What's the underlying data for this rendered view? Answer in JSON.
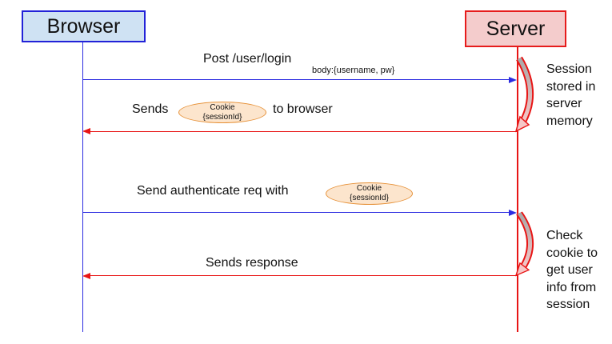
{
  "colors": {
    "browser_box_fill": "#cfe2f3",
    "browser_box_border": "#2222d8",
    "server_box_fill": "#f4cccc",
    "server_box_border": "#e61c1c",
    "cookie_fill": "#fce5cd",
    "cookie_border": "#e69138",
    "request_arrow_blue": "#2c2ce0",
    "response_arrow_red": "#e81515"
  },
  "actors": [
    {
      "label": "Browser"
    },
    {
      "label": "Server"
    }
  ],
  "messages": [
    {
      "label": "Post /user/login",
      "sublabel": "body:{username, pw}",
      "from": "Browser",
      "to": "Server"
    },
    {
      "prefix": "Sends",
      "cookie": {
        "line1": "Cookie",
        "line2": "{sessionId}"
      },
      "suffix": "to browser",
      "from": "Server",
      "to": "Browser"
    },
    {
      "prefix": "Send authenticate req with",
      "cookie": {
        "line1": "Cookie",
        "line2": "{sessionId}"
      },
      "from": "Browser",
      "to": "Server"
    },
    {
      "label": "Sends response",
      "from": "Server",
      "to": "Browser"
    }
  ],
  "notes": [
    {
      "text": "Session stored in server memory"
    },
    {
      "text": "Check cookie to get user info from session"
    }
  ]
}
